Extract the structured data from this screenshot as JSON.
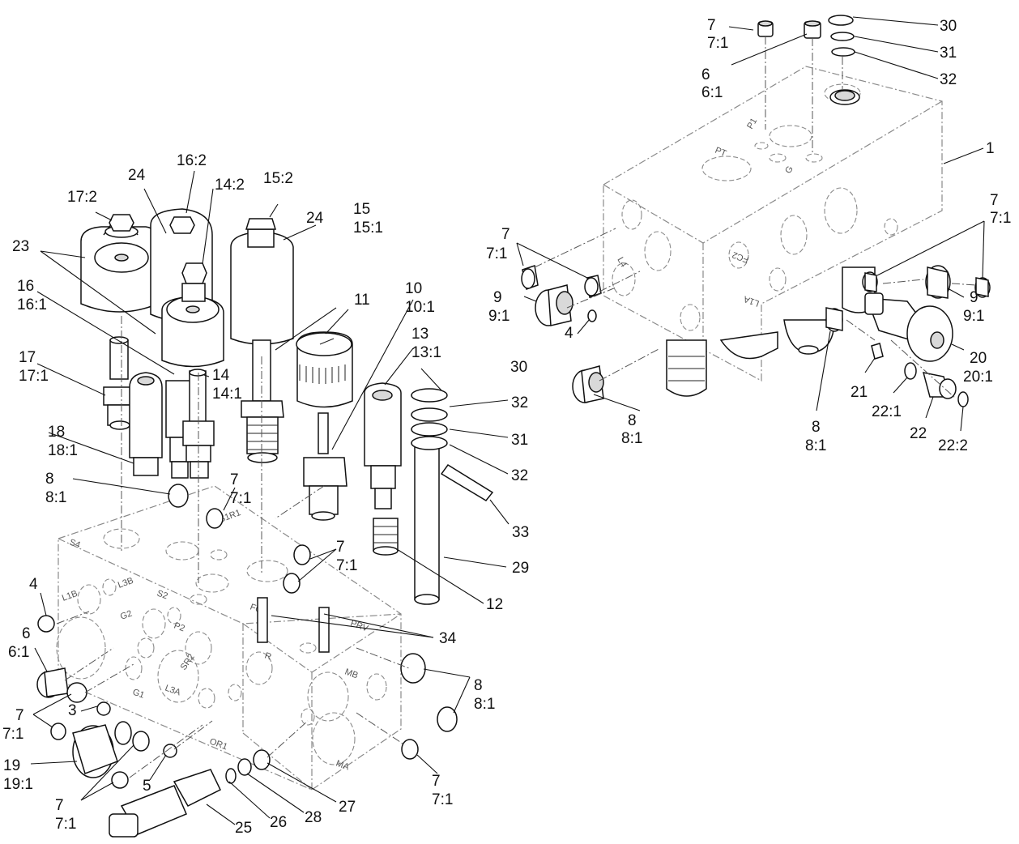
{
  "callouts": {
    "c1": "1",
    "c3": "3",
    "c4_left": "4",
    "c4_right": "4",
    "c5": "5",
    "c6_left": "6",
    "c6_left_b": "6:1",
    "c6_top": "6",
    "c6_top_b": "6:1",
    "c7_top": "7",
    "c7_top_b": "7:1",
    "c7_right_upper": "7",
    "c7_right_upper_b": "7:1",
    "c7_rightside": "7",
    "c7_rightside_b": "7:1",
    "c7_mid": "7",
    "c7_mid_b": "7:1",
    "c7_center": "7",
    "c7_center_b": "7:1",
    "c7_left": "7",
    "c7_left_b": "7:1",
    "c7_bottomleft": "7",
    "c7_bottomleft_b": "7:1",
    "c7_bottomright": "7",
    "c7_bottomright_b": "7:1",
    "c8_left": "8",
    "c8_left_b": "8:1",
    "c8_right_a": "8",
    "c8_right_a_b": "8:1",
    "c8_right_b": "8",
    "c8_right_b_b": "8:1",
    "c8_bottomright": "8",
    "c8_bottomright_b": "8:1",
    "c9_a": "9",
    "c9_a_b": "9:1",
    "c9_b": "9",
    "c9_b_b": "9:1",
    "c10": "10",
    "c10_b": "10:1",
    "c11": "11",
    "c12": "12",
    "c13": "13",
    "c13_b": "13:1",
    "c14": "14",
    "c14_b": "14:1",
    "c14_2": "14:2",
    "c15": "15",
    "c15_b": "15:1",
    "c15_2": "15:2",
    "c16": "16",
    "c16_b": "16:1",
    "c16_2": "16:2",
    "c17": "17",
    "c17_b": "17:1",
    "c17_2": "17:2",
    "c18": "18",
    "c18_b": "18:1",
    "c19": "19",
    "c19_b": "19:1",
    "c20": "20",
    "c20_b": "20:1",
    "c21": "21",
    "c22": "22",
    "c22_1": "22:1",
    "c22_2": "22:2",
    "c23": "23",
    "c24_a": "24",
    "c24_b": "24",
    "c25": "25",
    "c26": "26",
    "c27": "27",
    "c28": "28",
    "c29": "29",
    "c30_top": "30",
    "c30_mid": "30",
    "c31_top": "31",
    "c31_mid": "31",
    "c32_top": "32",
    "c32_mid_a": "32",
    "c32_mid_b": "32",
    "c33": "33",
    "c34": "34"
  },
  "port_labels": {
    "s4": "S4",
    "l3b": "L3B",
    "l1b": "L1B",
    "s2": "S2",
    "g2": "G2",
    "p2": "P2",
    "g1": "G1",
    "l3a": "L3A",
    "sr2": "SR2",
    "or1": "OR1",
    "r": "R",
    "mb": "MB",
    "ma": "MA",
    "fc": "FC",
    "prv": "PRV",
    "s1r1": "S1R1",
    "l4": "L4",
    "l1a": "L1A",
    "fc2": "FC2",
    "pt": "PT",
    "p1": "P1",
    "g": "G"
  }
}
